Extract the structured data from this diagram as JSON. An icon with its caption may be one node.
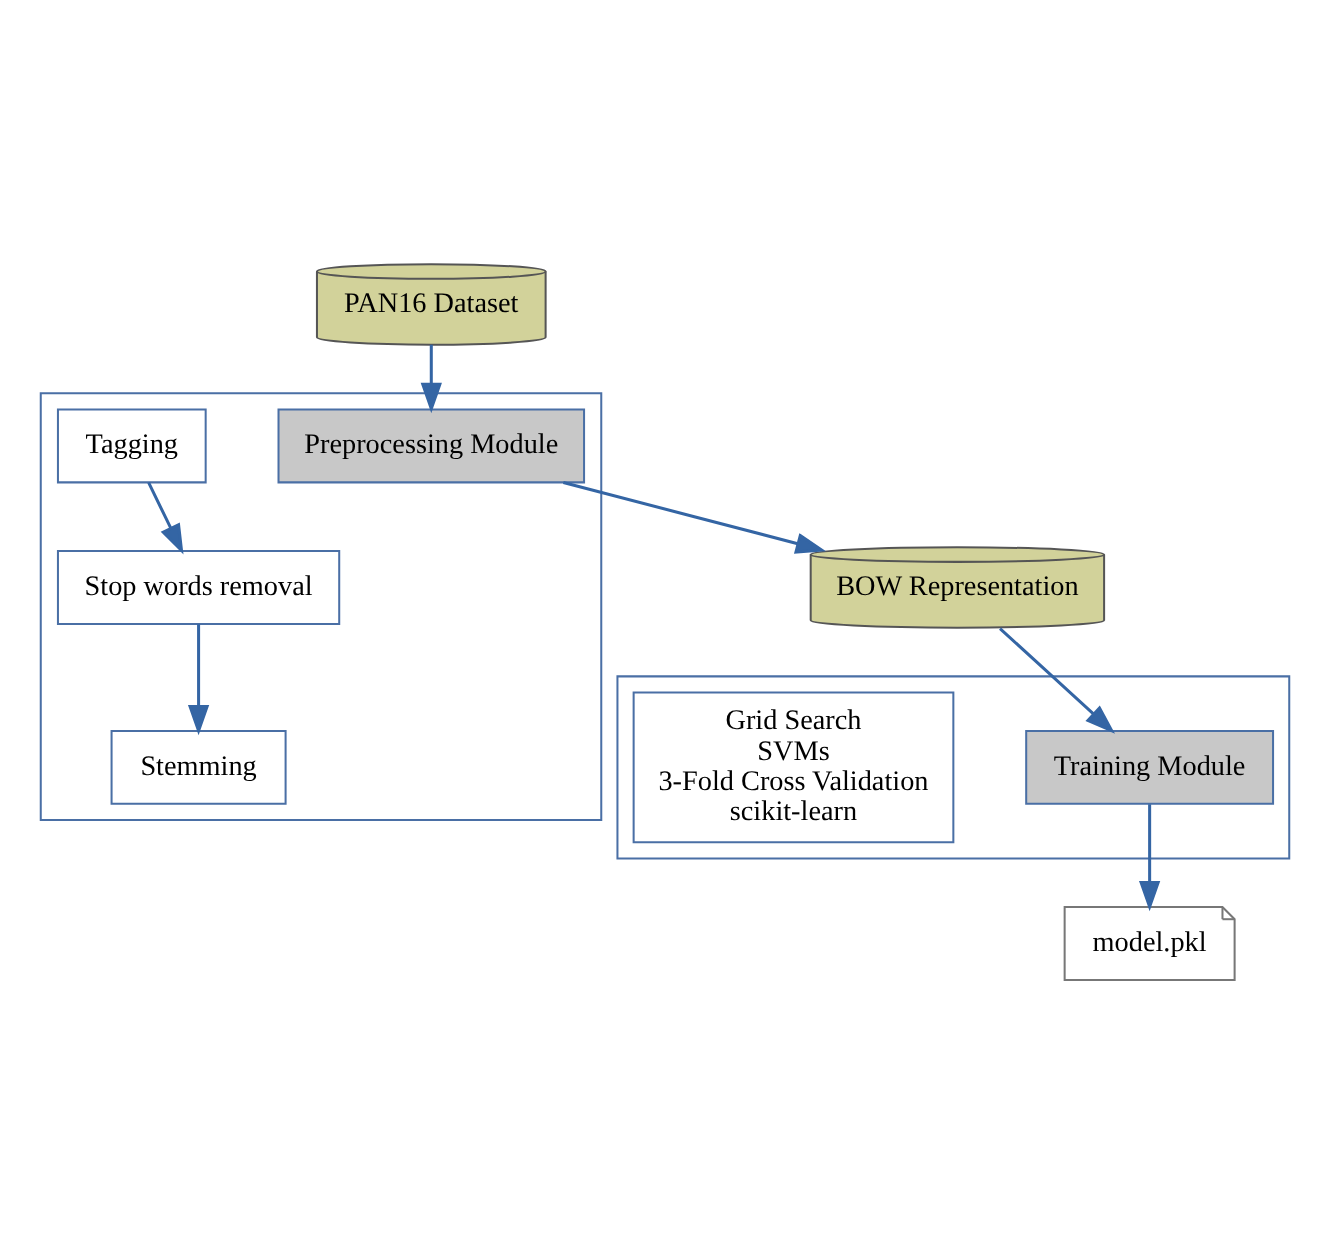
{
  "diagram": {
    "nodes": [
      {
        "text": [],
        "shape": "box"
      },
      {
        "text": [
          "Tagging"
        ],
        "in": 0
      },
      {
        "text": [
          "Stop words removal"
        ],
        "in": 0
      },
      {
        "text": [
          "Stemming"
        ],
        "in": 0
      },
      {
        "text": [
          "Preprocessing Module"
        ],
        "in": 0
      },
      {
        "text": [
          "PAN16 Dataset"
        ]
      },
      {
        "text": [
          "BOW Representation"
        ]
      },
      {
        "text": [],
        "shape": "box"
      },
      {
        "text": [
          "Training Module"
        ],
        "in": 7
      },
      {
        "text": [
          "Grid Search",
          "SVMs",
          "3-Fold Cross Validation",
          "scikit-learn"
        ],
        "in": 7
      },
      {
        "text": [
          "model.pkl"
        ]
      }
    ],
    "edges": [
      {
        "from": 1,
        "to": 2,
        "arrow": "to"
      },
      {
        "from": 2,
        "to": 3,
        "arrow": "to"
      },
      {
        "from": 5,
        "to": 4,
        "arrow": "to"
      },
      {
        "from": 4,
        "to": 6,
        "arrow": "to"
      },
      {
        "from": 6,
        "to": 8,
        "arrow": "to"
      },
      {
        "from": 8,
        "to": 10,
        "arrow": "to"
      }
    ]
  }
}
